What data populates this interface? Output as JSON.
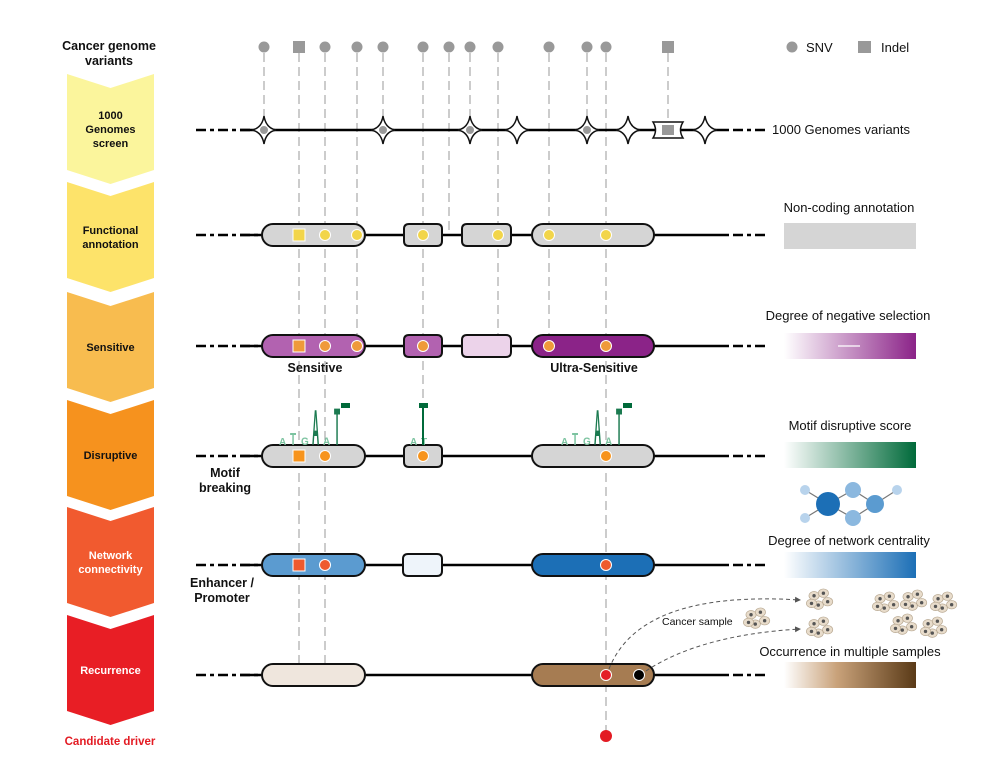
{
  "header": {
    "title": "Cancer genome variants",
    "legend_snv": "SNV",
    "legend_indel": "Indel"
  },
  "colors": {
    "snv_gray": "#999999",
    "functional_yellow": "#f2d54a",
    "sensitive_orange": "#ef9a3a",
    "disruptive_orange": "#f7941d",
    "network_red": "#ee5a2e",
    "recurrence_red": "#e41e26",
    "candidate_red": "#e31b23",
    "purple_light": "#b262b0",
    "purple_dark": "#8b2388",
    "purple_pale": "#ecd3ea",
    "green_dark": "#006a3a",
    "blue_mid": "#5b9bd0",
    "blue_dark": "#1c6fb6",
    "blue_pale": "#eef4fa",
    "brown": "#a67c52",
    "brown_pale": "#efe6dd",
    "element_gray": "#d5d5d5"
  },
  "pipeline": {
    "steps": [
      {
        "label": "1000 Genomes screen",
        "color": "#fbf59c",
        "text_color": "#111111"
      },
      {
        "label": "Functional annotation",
        "color": "#fde36a",
        "text_color": "#111111"
      },
      {
        "label": "Sensitive",
        "color": "#f8bc4f",
        "text_color": "#111111"
      },
      {
        "label": "Disruptive",
        "color": "#f6921e",
        "text_color": "#111111"
      },
      {
        "label": "Network connectivity",
        "color": "#f15a2f",
        "text_color": "#ffffff"
      },
      {
        "label": "Recurrence",
        "color": "#e81e25",
        "text_color": "#ffffff"
      }
    ],
    "footer": "Candidate driver"
  },
  "variants": [
    {
      "type": "SNV"
    },
    {
      "type": "Indel"
    },
    {
      "type": "SNV"
    },
    {
      "type": "SNV"
    },
    {
      "type": "SNV"
    },
    {
      "type": "SNV"
    },
    {
      "type": "SNV"
    },
    {
      "type": "SNV"
    },
    {
      "type": "SNV"
    },
    {
      "type": "SNV"
    },
    {
      "type": "SNV"
    },
    {
      "type": "SNV"
    },
    {
      "type": "Indel"
    }
  ],
  "rows": {
    "genomes": {
      "legend": "1000 Genomes variants"
    },
    "functional": {
      "legend": "Non-coding annotation"
    },
    "sensitive": {
      "legend": "Degree of negative selection",
      "label_left": "Sensitive",
      "label_right": "Ultra-Sensitive"
    },
    "disruptive": {
      "legend": "Motif disruptive score",
      "side_label": "Motif breaking",
      "motif1": [
        "A",
        "T",
        "G",
        "A",
        "A",
        "T"
      ],
      "motif2": [
        "A",
        "T"
      ],
      "motif3": [
        "A",
        "T",
        "G",
        "A",
        "A",
        "T"
      ]
    },
    "network": {
      "legend": "Degree of network centrality",
      "side_label": "Enhancer / Promoter"
    },
    "recurrence": {
      "legend": "Occurrence in multiple samples",
      "cancer_sample": "Cancer sample"
    }
  }
}
